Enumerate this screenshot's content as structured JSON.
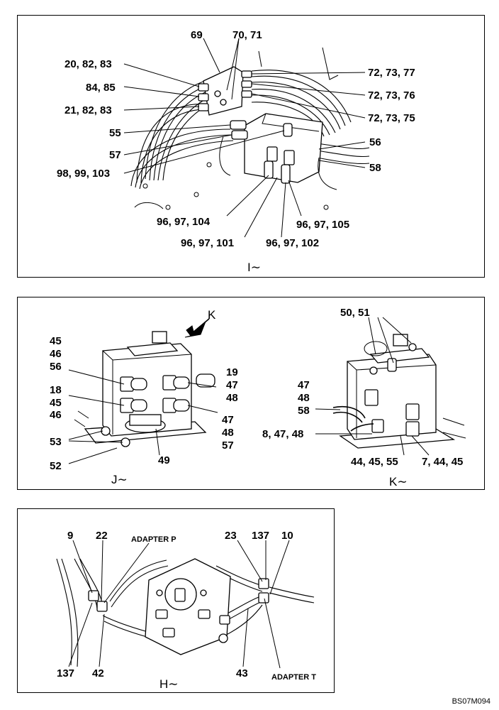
{
  "panel_i": {
    "labels": {
      "l69": "69",
      "l70_71": "70, 71",
      "l20_82_83": "20, 82, 83",
      "l84_85": "84, 85",
      "l21_82_83": "21, 82, 83",
      "l55": "55",
      "l57": "57",
      "l98_99_103": "98, 99, 103",
      "l72_73_77": "72, 73, 77",
      "l72_73_76": "72, 73, 76",
      "l72_73_75": "72, 73, 75",
      "l56": "56",
      "l58": "58",
      "l96_97_104": "96, 97, 104",
      "l96_97_105": "96, 97, 105",
      "l96_97_101": "96, 97, 101",
      "l96_97_102": "96, 97, 102"
    },
    "view_label": "I∼"
  },
  "panel_jk": {
    "arrow_label": "K",
    "labels": {
      "l45a": "45",
      "l46a": "46",
      "l56": "56",
      "l18": "18",
      "l45b": "45",
      "l46b": "46",
      "l53": "53",
      "l52": "52",
      "l49": "49",
      "l19": "19",
      "l47a": "47",
      "l48a": "48",
      "l47b": "47",
      "l48b": "48",
      "l57": "57",
      "l50_51": "50, 51",
      "l47c": "47",
      "l48c": "48",
      "l58": "58",
      "l8_47_48": "8, 47, 48",
      "l44_45_55": "44, 45, 55",
      "l7_44_45": "7, 44, 45"
    },
    "view_j": "J∼",
    "view_k": "K∼"
  },
  "panel_h": {
    "labels": {
      "l9": "9",
      "l22": "22",
      "adapter_p": "ADAPTER P",
      "l23": "23",
      "l137a": "137",
      "l10": "10",
      "l137b": "137",
      "l42": "42",
      "l43": "43",
      "adapter_t": "ADAPTER T"
    },
    "view_label": "H∼"
  },
  "figure_ref": "BS07M094"
}
